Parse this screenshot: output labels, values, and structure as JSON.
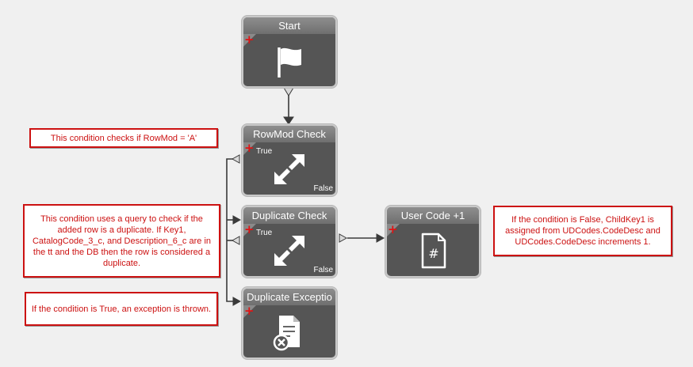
{
  "nodes": {
    "start": {
      "title": "Start"
    },
    "rowmod_check": {
      "title": "RowMod Check",
      "true_label": "True",
      "false_label": "False"
    },
    "duplicate_check": {
      "title": "Duplicate Check",
      "true_label": "True",
      "false_label": "False"
    },
    "user_code": {
      "title": "User Code +1"
    },
    "duplicate_exception": {
      "title": "Duplicate Exceptio"
    }
  },
  "notes": {
    "rowmod": "This condition checks if RowMod = 'A'",
    "duplicate": "This condition uses a query to check if the added row is a duplicate. If Key1, CatalogCode_3_c, and Description_6_c are in the tt and the DB then the row is considered a duplicate.",
    "exception": "If the condition is True, an exception is thrown.",
    "false_branch": "If the condition is False, ChildKey1 is assigned from UDCodes.CodeDesc and UDCodes.CodeDesc increments 1."
  },
  "colors": {
    "node_body": "#555555",
    "note_border": "#cc1111",
    "add_icon": "#e01414"
  },
  "icons": {
    "start": "flag-icon",
    "rowmod_check": "condition-arrows-icon",
    "duplicate_check": "condition-arrows-icon",
    "user_code": "code-file-icon",
    "duplicate_exception": "exception-document-icon"
  }
}
